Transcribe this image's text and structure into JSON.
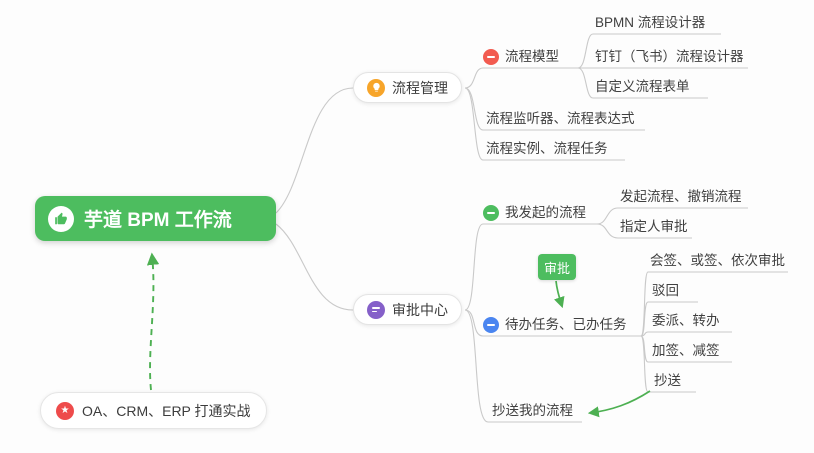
{
  "root": {
    "label": "芋道 BPM 工作流",
    "icon": "thumbs-up"
  },
  "note": {
    "label": "OA、CRM、ERP 打通实战",
    "icon": "star"
  },
  "badge": {
    "label": "审批"
  },
  "nodes": {
    "process_mgmt": "流程管理",
    "process_model": "流程模型",
    "bpmn_designer": "BPMN 流程设计器",
    "ding_feishu_designer": "钉钉（飞书）流程设计器",
    "custom_form": "自定义流程表单",
    "listener_expr": "流程监听器、流程表达式",
    "instance_task": "流程实例、流程任务",
    "approval_center": "审批中心",
    "my_started": "我发起的流程",
    "start_cancel": "发起流程、撤销流程",
    "assignee": "指定人审批",
    "todo_done": "待办任务、已办任务",
    "countersign": "会签、或签、依次审批",
    "reject": "驳回",
    "delegate": "委派、转办",
    "addsign": "加签、减签",
    "cc": "抄送",
    "cc_my": "抄送我的流程"
  },
  "icons": {
    "root": "thumbs-up-icon",
    "note": "star-icon",
    "process_mgmt": "lightbulb-icon",
    "approval_center": "document-icon",
    "process_model": "red-marker",
    "my_started": "green-marker",
    "todo_done": "blue-marker"
  },
  "colors": {
    "root_green": "#4dbd5f",
    "arrow_green": "#4db052",
    "connector_gray": "#c9c9c9",
    "icon_orange": "#f7a52a",
    "icon_purple": "#8560c9",
    "icon_red": "#f25b50",
    "icon_star_red": "#ee4b4b",
    "icon_blue": "#4a85f0"
  }
}
